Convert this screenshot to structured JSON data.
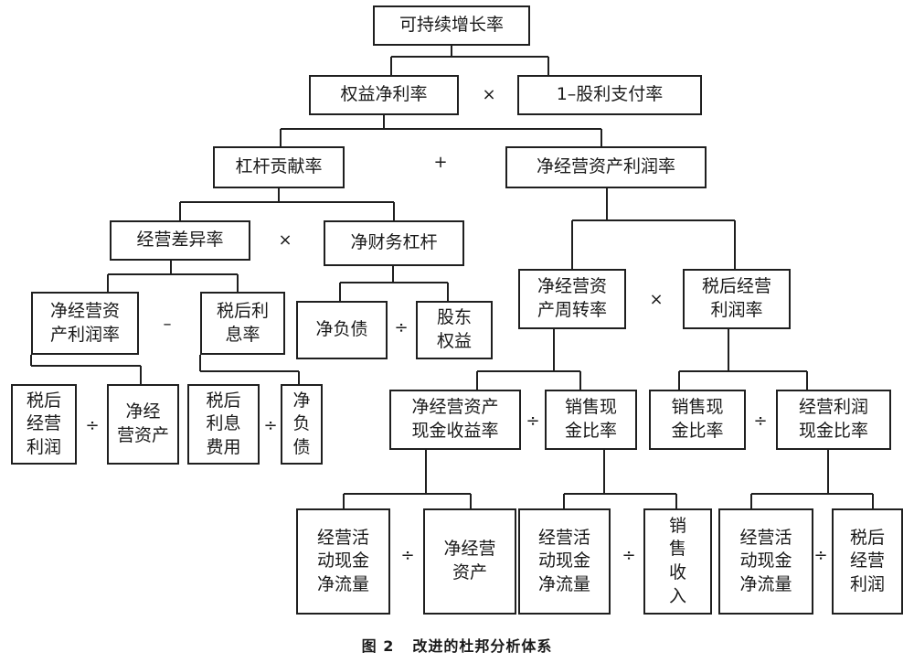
{
  "nodes": {
    "sustainable_growth": "可持续增长率",
    "roe": "权益净利率",
    "one_minus_payout": "1–股利支付率",
    "leverage_contribution": "杠杆贡献率",
    "net_op_asset_margin": "净经营资产利润率",
    "op_spread": "经营差异率",
    "net_fin_leverage": "净财务杠杆",
    "left_net_op_asset_margin": "净经营资\n产利润率",
    "after_tax_interest_rate": "税后利\n息率",
    "net_debt": "净负债",
    "equity": "股东\n权益",
    "noa_turnover": "净经营资\n产周转率",
    "after_tax_op_margin": "税后经营\n利润率",
    "after_tax_op_profit_l": "税后\n经营\n利润",
    "net_op_assets_l": "净经\n营资产",
    "after_tax_interest_exp": "税后\n利息\n费用",
    "net_debt_v": "净\n负\n债",
    "noa_cash_return": "净经营资产\n现金收益率",
    "sales_cash_ratio_1": "销售现\n金比率",
    "sales_cash_ratio_2": "销售现\n金比率",
    "op_profit_cash_ratio": "经营利润\n现金比率",
    "ocf_1": "经营活\n动现金\n净流量",
    "net_op_assets_b": "净经营\n资产",
    "ocf_2": "经营活\n动现金\n净流量",
    "sales_revenue": "销\n售\n收\n入",
    "ocf_3": "经营活\n动现金\n净流量",
    "after_tax_op_profit_b": "税后\n经营\n利润"
  },
  "operators": {
    "times_1": "×",
    "plus_1": "+",
    "times_2": "×",
    "minus_1": "–",
    "div_1": "÷",
    "times_3": "×",
    "div_2": "÷",
    "div_3": "÷",
    "div_4": "÷",
    "div_5": "÷",
    "div_6": "÷",
    "div_7": "÷",
    "div_8": "÷"
  },
  "caption": {
    "figure": "图 2",
    "title": "改进的杜邦分析体系"
  }
}
